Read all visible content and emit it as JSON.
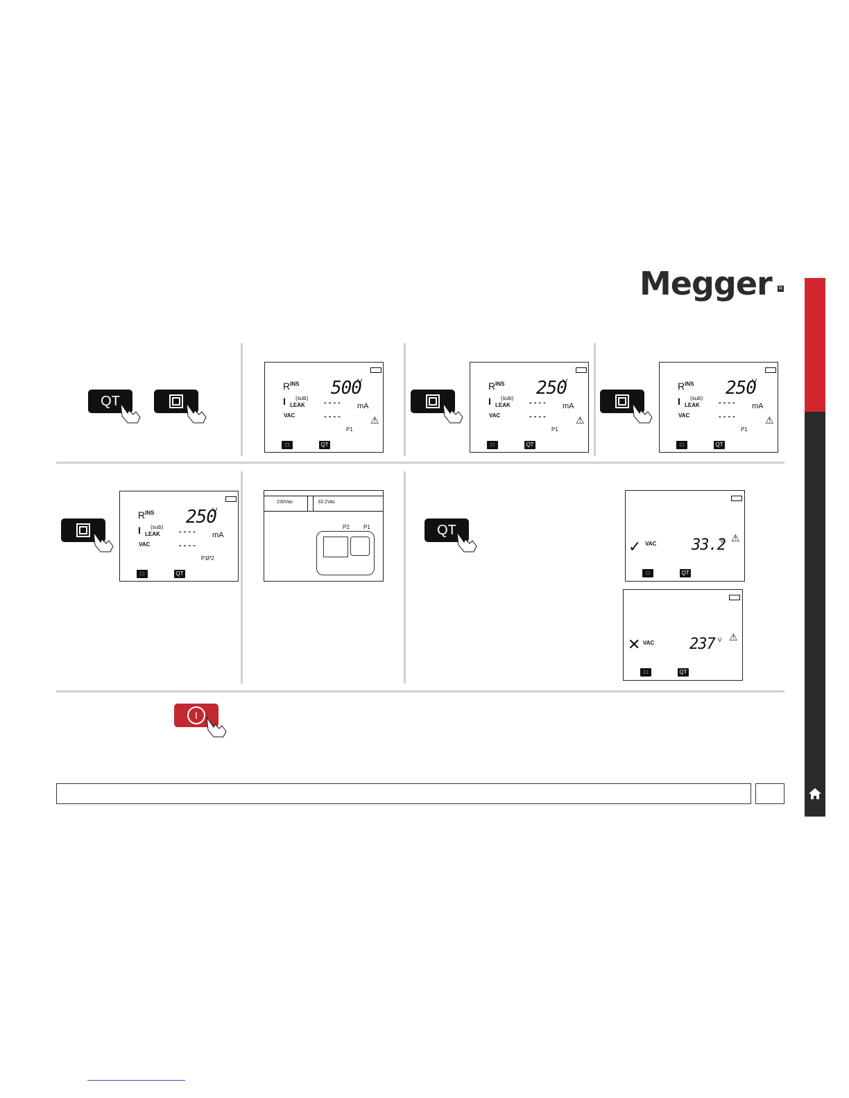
{
  "brand": {
    "name": "Megger",
    "reg": "R"
  },
  "buttons": {
    "qt": "QT",
    "class2": "□",
    "power": "I"
  },
  "lcd": {
    "rins_r": "R",
    "rins_sup": "INS",
    "ileak_i": "I",
    "ileak_sub": "LEAK",
    "sub_label": "(sub)",
    "vac": "VAC",
    "v_500": "500",
    "v_250": "250",
    "unit_v": "V",
    "unit_ma": "mA",
    "dashes": "- - - -",
    "p1": "P1",
    "p2": "P2",
    "qt": "QT",
    "read_pass": "33.2",
    "read_fail": "237"
  },
  "diagram": {
    "v_primary": "230Vac",
    "v_secondary": "33.2Vac",
    "p1": "P1",
    "p2": "P2"
  }
}
